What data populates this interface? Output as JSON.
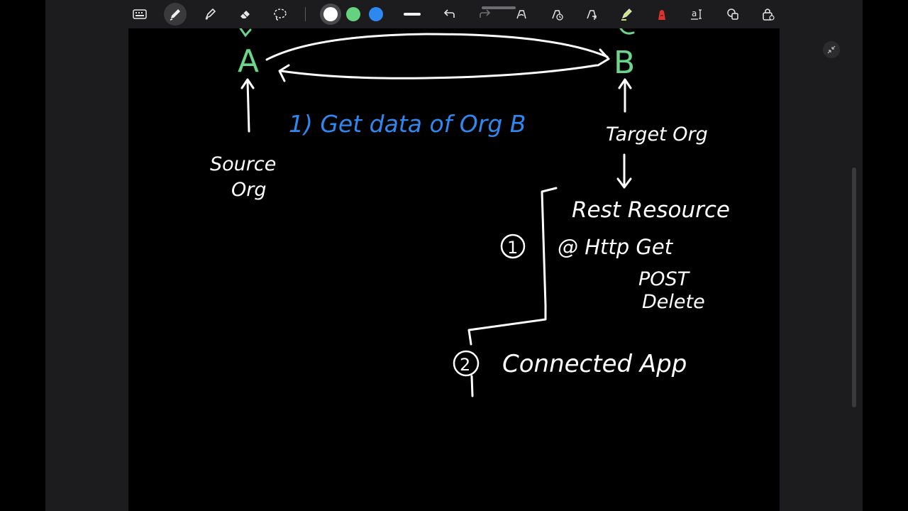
{
  "toolbar": {
    "tools": [
      {
        "name": "keyboard-icon"
      },
      {
        "name": "pen-icon",
        "active": true
      },
      {
        "name": "highlighter-icon"
      },
      {
        "name": "eraser-icon"
      },
      {
        "name": "lasso-icon"
      }
    ],
    "colors": [
      "#ffffff",
      "#64d27e",
      "#2f88f0"
    ],
    "selected_color": "#ffffff",
    "stroke_width": "medium",
    "actions": [
      {
        "name": "undo-icon",
        "enabled": true
      },
      {
        "name": "redo-icon",
        "enabled": false
      }
    ],
    "extra_tools": [
      {
        "name": "shape-pen-icon"
      },
      {
        "name": "timer-pen-icon"
      },
      {
        "name": "text-pen-icon"
      },
      {
        "name": "highlight-pen-icon"
      },
      {
        "name": "red-pen-icon",
        "color": "#d9342b"
      },
      {
        "name": "text-box-icon",
        "label": "a"
      },
      {
        "name": "shapes-icon"
      },
      {
        "name": "lock-icon"
      }
    ]
  },
  "canvas": {
    "node_a": "A",
    "node_b": "B",
    "step1": "1) Get data of Org B",
    "source_label": "Source Org",
    "source_line1": "Source",
    "source_line2": "Org",
    "target_label": "Target Org",
    "rest_resource": "Rest Resource",
    "marker1": "1",
    "http_get": "@ Http Get",
    "post": "POST",
    "delete": "Delete",
    "marker2": "2",
    "connected_app": "Connected App"
  },
  "colors": {
    "ink_white": "#ffffff",
    "ink_green": "#6bd68b",
    "ink_blue": "#2f88f0",
    "toolbar_bg": "#1c1c1e",
    "canvas_bg": "#000000"
  }
}
